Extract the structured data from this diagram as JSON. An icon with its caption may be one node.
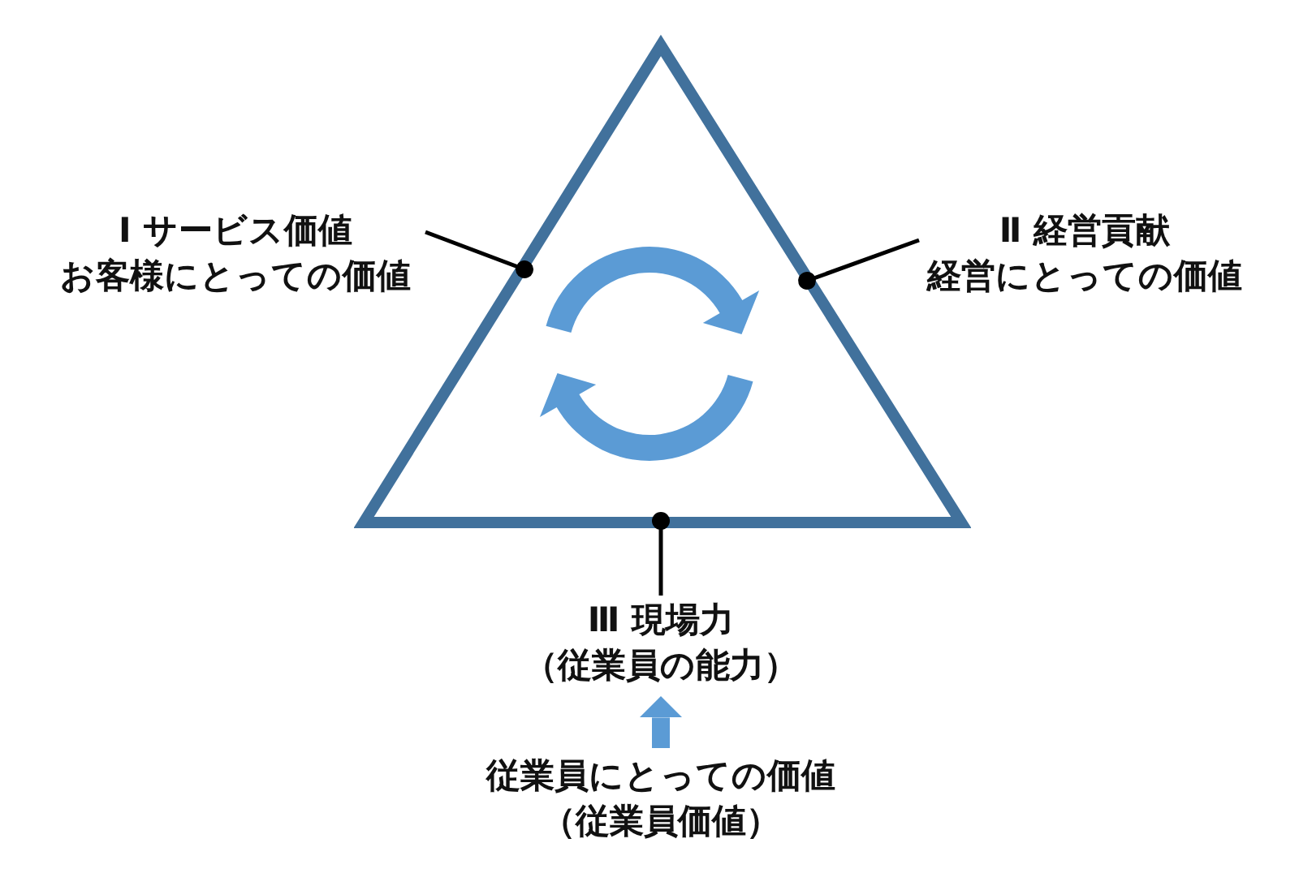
{
  "diagram": {
    "nodes": [
      {
        "text": [],
        "shape": "triangle"
      },
      {
        "text": [
          "Ⅰ サービス価値",
          "お客様にとっての価値"
        ]
      },
      {
        "text": [
          "Ⅱ 経営貢献",
          "経営にとっての価値"
        ]
      },
      {
        "text": [
          "Ⅲ 現場力",
          "（従業員の能力）"
        ]
      },
      {
        "text": [
          "従業員にとっての価値",
          "（従業員価値）"
        ]
      }
    ],
    "edges": [
      {
        "from": 1,
        "to": 0,
        "arrow": "other"
      },
      {
        "from": 2,
        "to": 0,
        "arrow": "other"
      },
      {
        "from": 3,
        "to": 0,
        "arrow": "other"
      },
      {
        "from": 4,
        "to": 3,
        "arrow": "to",
        "style": "thick",
        "color": "#5b9bd5"
      }
    ]
  }
}
